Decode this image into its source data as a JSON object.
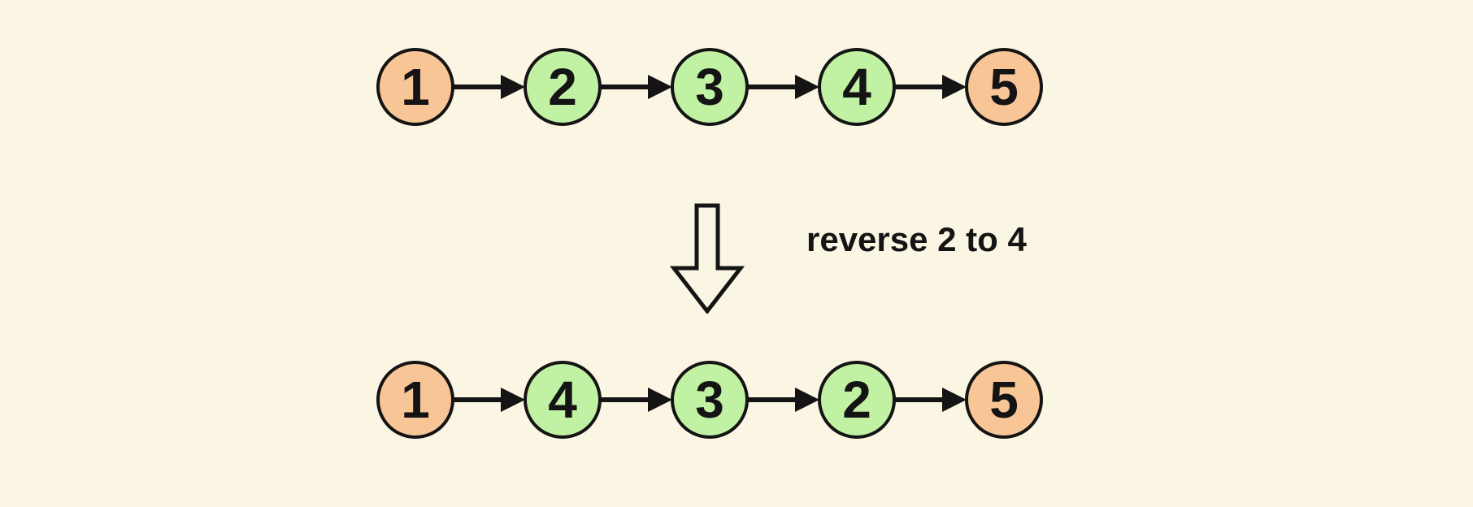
{
  "diagram": {
    "colors": {
      "background": "#FBF5E3",
      "endpoint_node": "#F8C696",
      "inner_node": "#C1F1A3",
      "stroke": "#141414"
    },
    "operation_label": "reverse 2 to 4",
    "icons": {
      "transform_arrow": "hollow-down-arrow",
      "pointer": "solid-right-arrow"
    },
    "top_list": {
      "nodes": [
        "1",
        "2",
        "3",
        "4",
        "5"
      ],
      "node_colors": [
        "endpoint",
        "inner",
        "inner",
        "inner",
        "endpoint"
      ]
    },
    "bottom_list": {
      "nodes": [
        "1",
        "4",
        "3",
        "2",
        "5"
      ],
      "node_colors": [
        "endpoint",
        "inner",
        "inner",
        "inner",
        "endpoint"
      ]
    }
  }
}
